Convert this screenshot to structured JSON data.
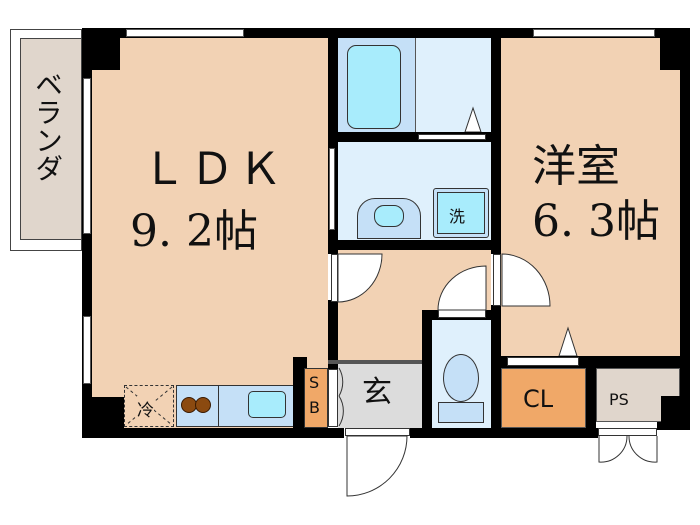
{
  "floorplan": {
    "rooms": {
      "ldk": {
        "name": "ＬＤＫ",
        "size": "9. 2帖"
      },
      "western": {
        "name": "洋室",
        "size": "6. 3帖"
      },
      "veranda": {
        "name": "ベランダ"
      },
      "entrance": {
        "name": "玄"
      },
      "closet": {
        "name": "CL"
      },
      "pipe_space": {
        "name": "PS"
      },
      "shoe_box": {
        "line1": "S",
        "line2": "B"
      }
    },
    "fixtures": {
      "refrigerator": "冷",
      "washer": "洗"
    },
    "colors": {
      "wood_floor": "#f2d2b4",
      "wet_area": "#dff0fc",
      "bathtub": "#a8ecfc",
      "entrance": "#dcdcdc",
      "closet": "#f0a868",
      "pipe_space": "#e0d6cc",
      "stove": "#8b4a10",
      "wall": "#000000"
    }
  }
}
